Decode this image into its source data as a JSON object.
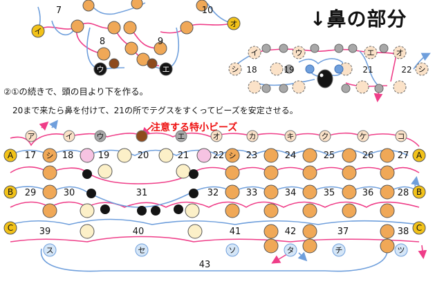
{
  "title": "↓鼻の部分",
  "step_text": "②①の続きで、頭の目より下を作る。",
  "instruction_text": "20まで来たら鼻を付けて、21の所でテグスをすくってビーズを安定させる。",
  "warning_text": "注意する特小ビーズ",
  "top_left": {
    "numbers": [
      "7",
      "10",
      "8",
      "9"
    ],
    "kana": [
      "イ",
      "オ",
      "ウ",
      "エ"
    ]
  },
  "nose_diagram": {
    "kana": [
      "イ",
      "ウ",
      "エ",
      "オ"
    ],
    "edge_left": "シ",
    "edge_right": "シ",
    "numbers": [
      "18",
      "19",
      "21",
      "22"
    ]
  },
  "main_diagram": {
    "row_labels": [
      "A",
      "B",
      "C"
    ],
    "top_kana": [
      "ア",
      "イ",
      "ウ",
      "エ",
      "オ",
      "カ",
      "キ",
      "ク",
      "ケ",
      "コ"
    ],
    "row1_numbers": [
      "17",
      "18",
      "19",
      "20",
      "21",
      "22",
      "23",
      "24",
      "25",
      "26",
      "27"
    ],
    "row1_shi": [
      "シ",
      "シ"
    ],
    "row2_numbers": [
      "29",
      "30",
      "31",
      "32",
      "33",
      "34",
      "35",
      "36",
      "28"
    ],
    "row3_numbers": [
      "39",
      "40",
      "41",
      "42",
      "37",
      "38"
    ],
    "bottom_kana": [
      "ス",
      "セ",
      "ソ",
      "タ",
      "チ",
      "ツ"
    ],
    "bottom_number": "43"
  },
  "colors": {
    "bead_orange": "#f0a857",
    "bead_cream": "#fcf0c8",
    "bead_black": "#141414",
    "bead_pink": "#f6c3e2",
    "bead_brown": "#8e4a1c",
    "bead_gray": "#a8a8a8",
    "bead_peach": "#fbe2c8",
    "bead_yellow": "#f2c219",
    "thread_pink": "#ef3d88",
    "thread_blue": "#6f9fdc",
    "warning_red": "#ee1111"
  }
}
